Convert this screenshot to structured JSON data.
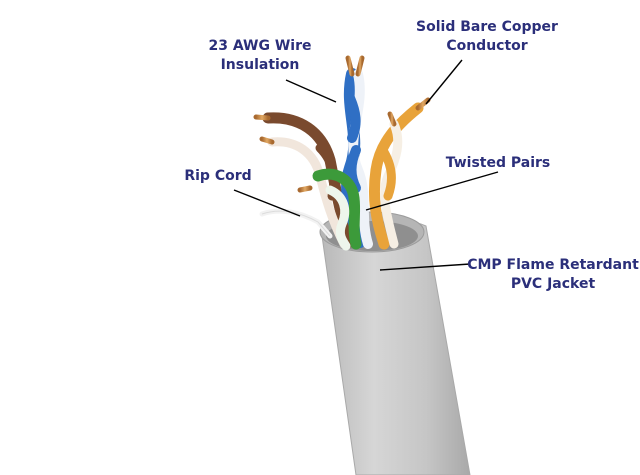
{
  "labels": {
    "wire_insulation": [
      "23 AWG Wire",
      "Insulation"
    ],
    "copper_conductor": [
      "Solid Bare Copper",
      "Conductor"
    ],
    "rip_cord": [
      "Rip Cord"
    ],
    "twisted_pairs": [
      "Twisted Pairs"
    ],
    "jacket": [
      "CMP Flame Retardant",
      "PVC Jacket"
    ]
  },
  "colors": {
    "label_text": "#2b2f7a",
    "leader_line": "#000000",
    "jacket": "#c9c9c9",
    "blue_pair": "#2f6fc4",
    "orange_pair": "#e8a33a",
    "brown_pair": "#7a4a2e",
    "green_pair": "#3c9a3a",
    "copper": "#c98b4a"
  }
}
